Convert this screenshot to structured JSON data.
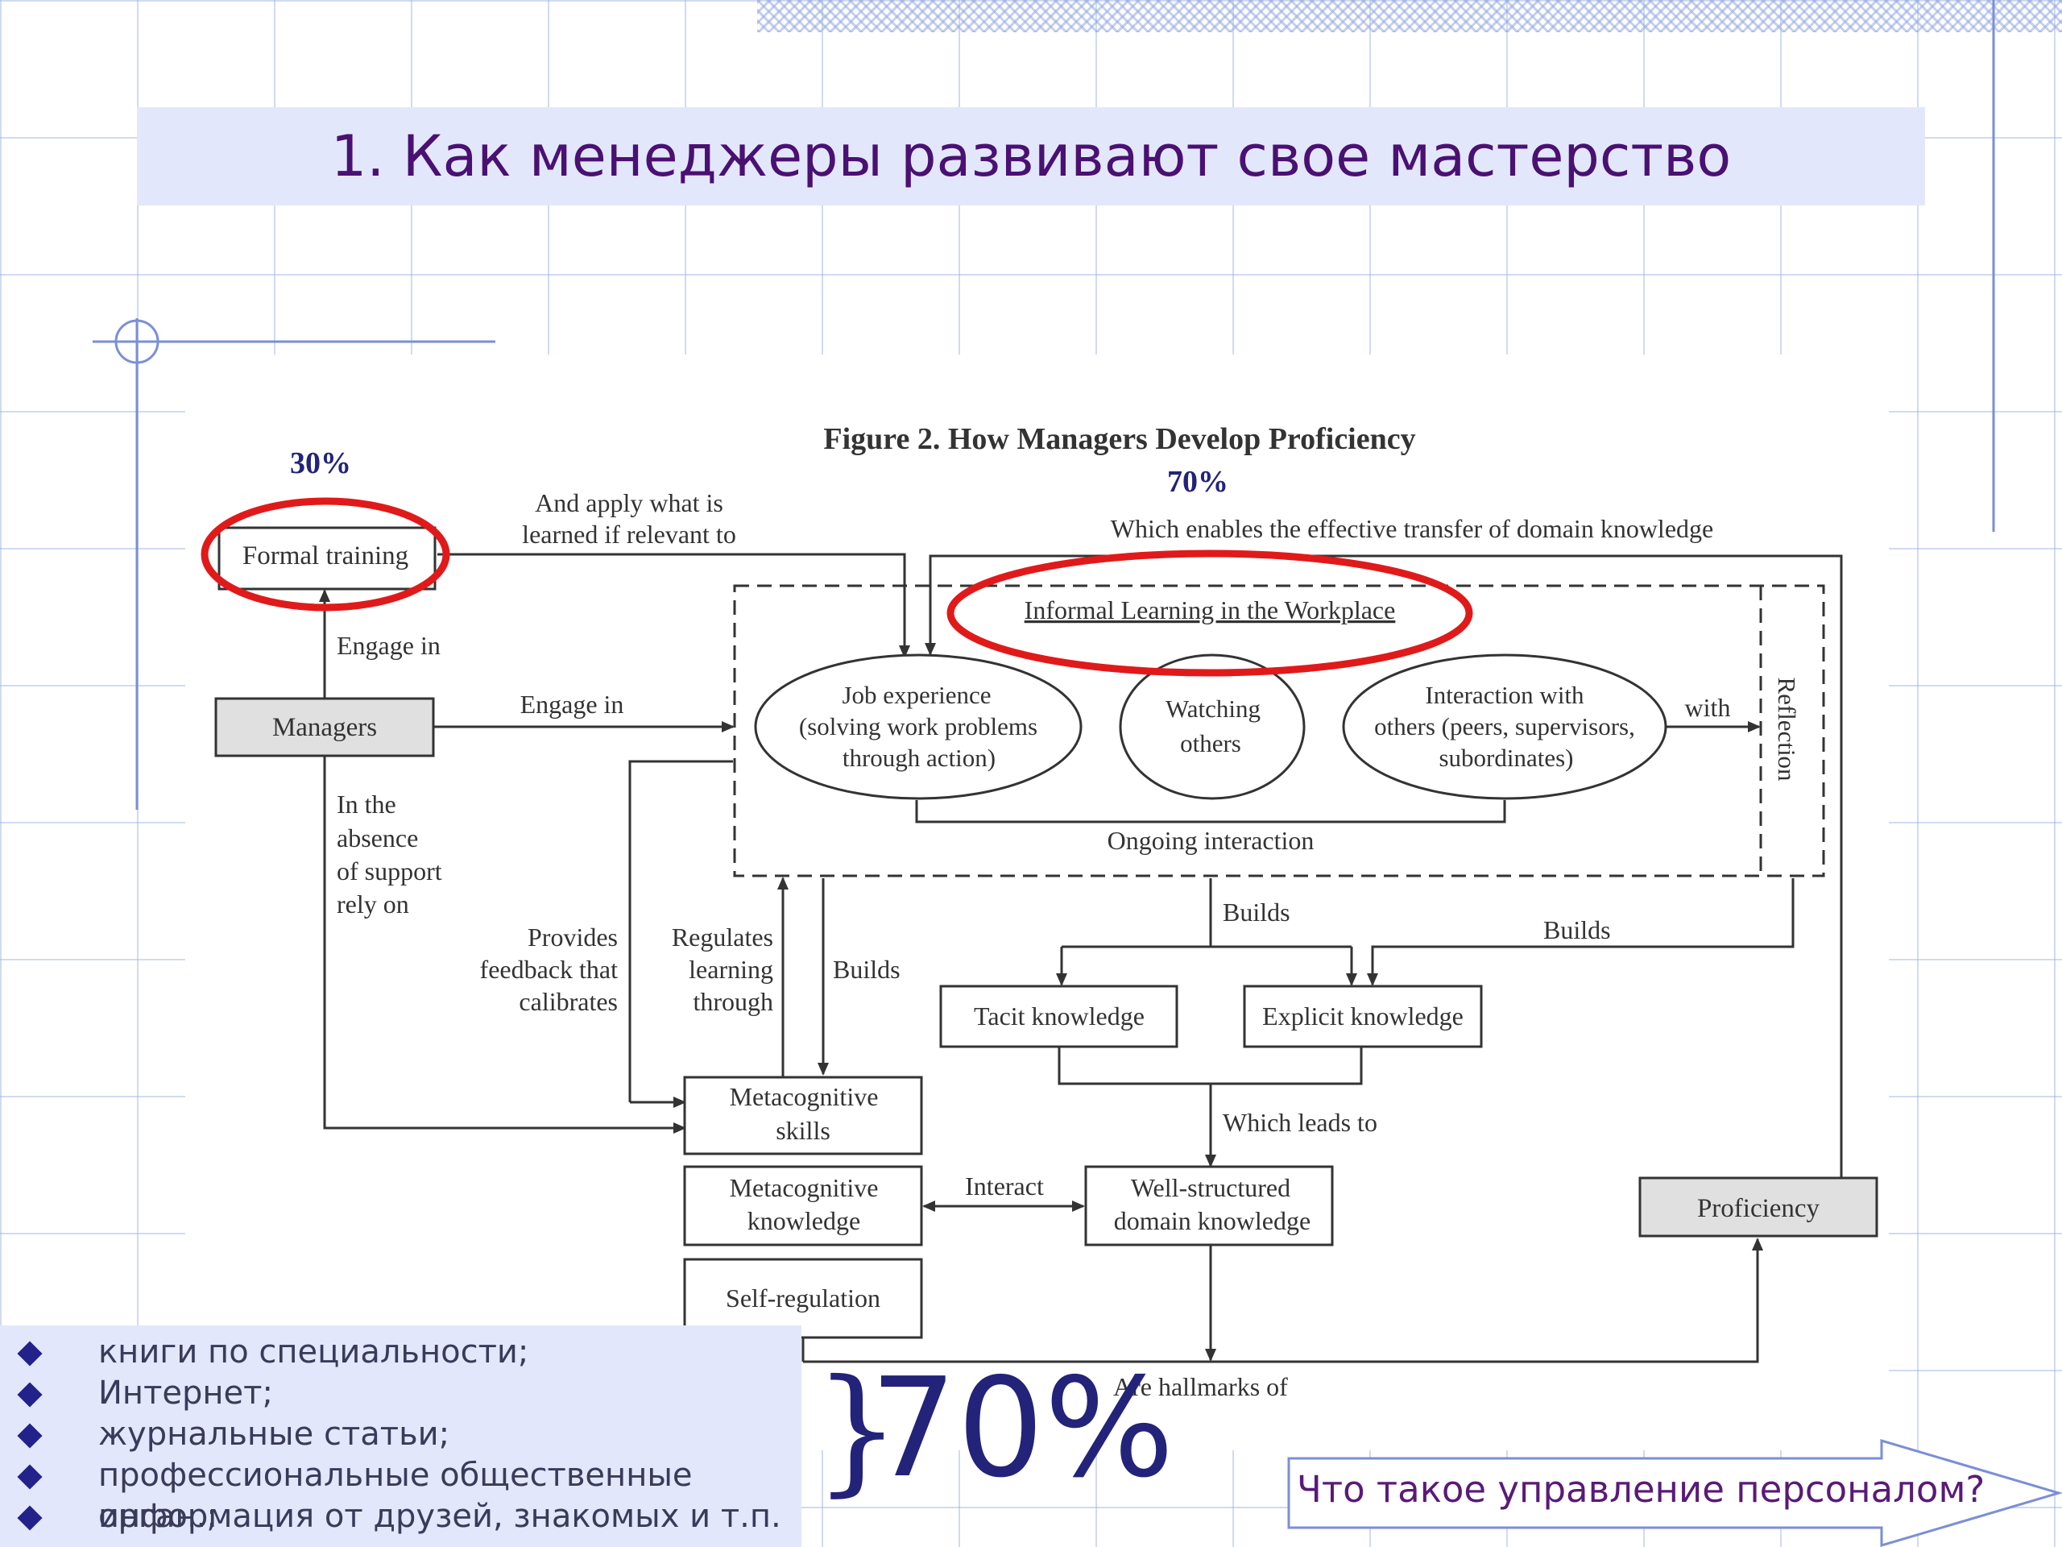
{
  "slide": {
    "title": "1. Как менеджеры развивают свое мастерство",
    "colors": {
      "title": "#4a1072",
      "banner": "#e3e7fb",
      "accent_circle": "#e01a1a",
      "percent_blue": "#23237a"
    }
  },
  "diagram": {
    "figure_title": "Figure 2.  How Managers Develop Proficiency",
    "pct_formal": "30%",
    "pct_informal": "70%",
    "nodes": {
      "formal_training": "Formal training",
      "managers": "Managers",
      "informal_learning": "Informal Learning in the Workplace",
      "job_exp_1": "Job experience",
      "job_exp_2": "(solving work problems",
      "job_exp_3": "through action)",
      "watching_1": "Watching",
      "watching_2": "others",
      "interaction_1": "Interaction with",
      "interaction_2": "others (peers, supervisors,",
      "interaction_3": "subordinates)",
      "reflection": "Reflection",
      "tacit": "Tacit knowledge",
      "explicit": "Explicit knowledge",
      "meta_skills_1": "Metacognitive",
      "meta_skills_2": "skills",
      "meta_know_1": "Metacognitive",
      "meta_know_2": "knowledge",
      "self_reg": "Self-regulation",
      "wsdk_1": "Well-structured",
      "wsdk_2": "domain knowledge",
      "proficiency": "Proficiency"
    },
    "labels": {
      "apply_1": "And apply what is",
      "apply_2": "learned if relevant to",
      "enables": "Which enables the effective transfer of domain knowledge",
      "engage_up": "Engage in",
      "engage_right": "Engage in",
      "with": "with",
      "ongoing": "Ongoing interaction",
      "absence_1": "In the",
      "absence_2": "absence",
      "absence_3": "of support",
      "absence_4": "rely on",
      "feedback_1": "Provides",
      "feedback_2": "feedback that",
      "feedback_3": "calibrates",
      "regulates_1": "Regulates",
      "regulates_2": "learning",
      "regulates_3": "through",
      "builds_meta": "Builds",
      "builds_center": "Builds",
      "builds_right": "Builds",
      "leads_to": "Which leads to",
      "interact": "Interact",
      "hallmarks": "Are hallmarks of"
    }
  },
  "sources": {
    "items": [
      "книги по специальности;",
      "Интернет;",
      "журнальные статьи;",
      "профессиональные общественные орган.;",
      "информация от друзей, знакомых и т.п."
    ],
    "brace": "}",
    "percent": "70%"
  },
  "navigation": {
    "next_label": "Что такое управление персоналом?"
  }
}
